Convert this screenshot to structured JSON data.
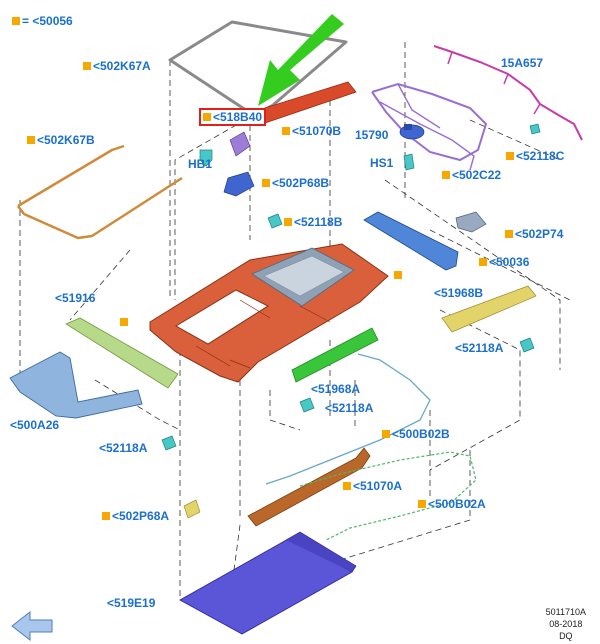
{
  "legend": {
    "marker_color": "#f5a800",
    "text": "= <50056"
  },
  "labels": {
    "l502K67A": "<502K67A",
    "l518B40": "<518B40",
    "l51070B": "<51070B",
    "lHB1": "HB1",
    "l502P68B": "<502P68B",
    "l502K67B": "<502K67B",
    "l52118B": "<52118B",
    "l15A657": "15A657",
    "l15790": "15790",
    "l52118C": "<52118C",
    "lHS1": "HS1",
    "l502C22": "<502C22",
    "l502P74": "<502P74",
    "l50036": "<50036",
    "l51916": "<51916",
    "l51968B": "<51968B",
    "l52118A_r": "<52118A",
    "l51968A": "<51968A",
    "l52118A_m": "<52118A",
    "l500A26": "<500A26",
    "l500B02B": "<500B02B",
    "l52118A_l": "<52118A",
    "l51070A": "<51070A",
    "l500B02A": "<500B02A",
    "l502P68A": "<502P68A",
    "l519E19": "<519E19"
  },
  "footer": {
    "line1": "5011710A",
    "line2": "08-2018",
    "line3": "DQ"
  },
  "colors": {
    "label_blue": "#1a6fcf",
    "marker_orange": "#f5a800",
    "highlight_red": "#e0201b",
    "arrow_green": "#33cc1f",
    "roof_frame": "#d9603a",
    "headliner": "#5b55d8"
  }
}
